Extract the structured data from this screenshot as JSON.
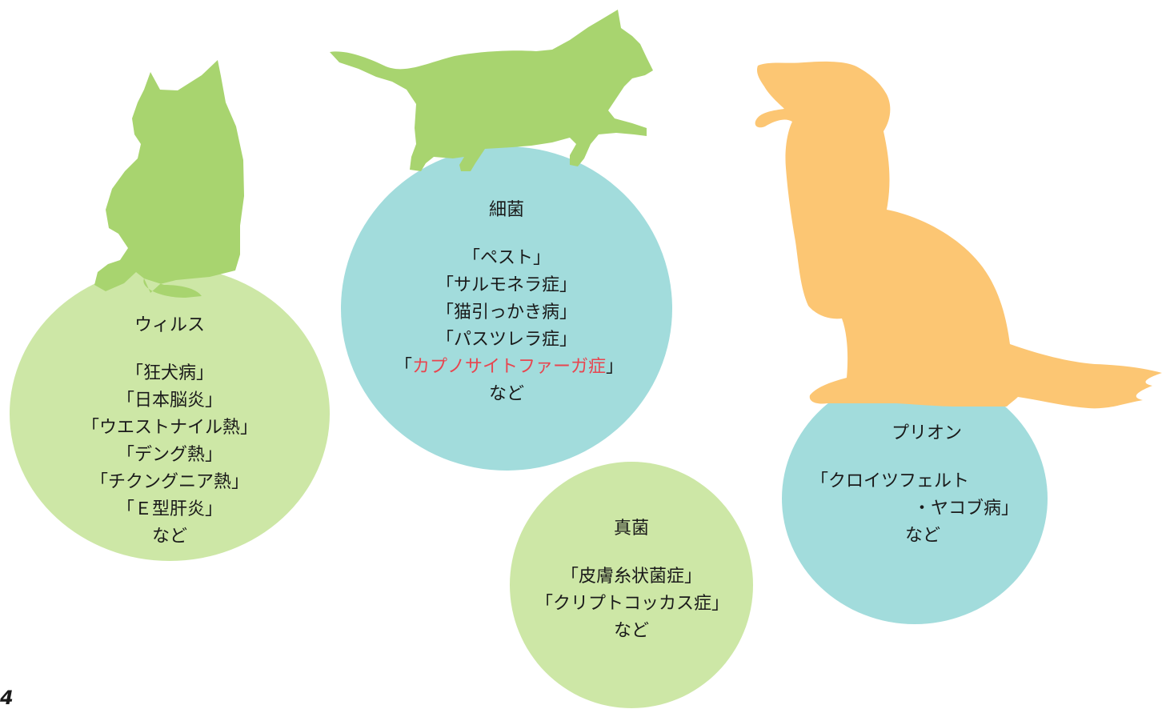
{
  "colors": {
    "green_circle": "#cde7a6",
    "blue_circle": "#a2dcdc",
    "cat_silhouette": "#a8d46f",
    "dog_silhouette": "#fcc673",
    "highlight_text": "#e8454f"
  },
  "icons": [
    "sitting-cat-silhouette",
    "walking-cat-silhouette",
    "sitting-dog-silhouette"
  ],
  "groups": {
    "virus": {
      "heading": "ウィルス",
      "items": [
        "「狂犬病」",
        "「日本脳炎」",
        "「ウエストナイル熱」",
        "「デング熱」",
        "「チクングニア熱」",
        "「Ｅ型肝炎」"
      ],
      "suffix": "など"
    },
    "bacteria": {
      "heading": "細菌",
      "items": [
        "「ペスト」",
        "「サルモネラ症」",
        "「猫引っかき病」",
        "「パスツレラ症」"
      ],
      "highlight_open": "「",
      "highlight_text": "カプノサイトファーガ症",
      "highlight_close": "」",
      "suffix": "など"
    },
    "fungus": {
      "heading": "真菌",
      "items": [
        "「皮膚糸状菌症」",
        "「クリプトコッカス症」"
      ],
      "suffix": "など"
    },
    "prion": {
      "heading": "プリオン",
      "line1": "「クロイツフェルト",
      "line2": "・ヤコブ病」",
      "suffix": "など"
    }
  },
  "page_number": "4"
}
